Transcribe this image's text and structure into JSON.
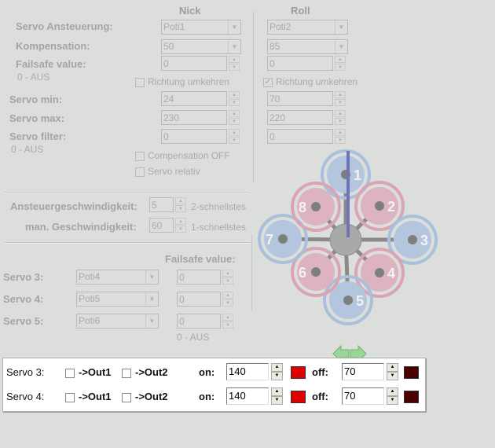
{
  "headers": {
    "nick": "Nick",
    "roll": "Roll"
  },
  "labels": {
    "servo_ansteuerung": "Servo Ansteuerung:",
    "kompensation": "Kompensation:",
    "failsafe": "Failsafe value:",
    "aus1": "0 - AUS",
    "servo_min": "Servo min:",
    "servo_max": "Servo max:",
    "servo_filter": "Servo filter:",
    "aus2": "0 - AUS",
    "ansteuer": "Ansteuergeschwindigkeit:",
    "man": "man. Geschwindigkeit:",
    "failsafe2": "Failsafe value:",
    "servo3": "Servo 3:",
    "servo4": "Servo 4:",
    "servo5": "Servo 5:",
    "aus3": "0 - AUS"
  },
  "nick": {
    "ansteuerung": "Poti1",
    "kompensation": "50",
    "failsafe": "0",
    "richtung": "Richtung umkehren",
    "min": "24",
    "max": "230",
    "filter": "0"
  },
  "roll": {
    "ansteuerung": "Poti2",
    "kompensation": "85",
    "failsafe": "0",
    "richtung": "Richtung umkehren",
    "richtung_checked": true,
    "min": "70",
    "max": "220",
    "filter": "0"
  },
  "options": {
    "compensation_off": "Compensation OFF",
    "servo_relativ": "Servo relativ"
  },
  "speed": {
    "ansteuer_value": "5",
    "ansteuer_hint": "2-schnellstes",
    "man_value": "60",
    "man_hint": "1-schnellstes"
  },
  "servos": [
    {
      "source": "Poti4",
      "failsafe": "0"
    },
    {
      "source": "Poti5",
      "failsafe": "0"
    },
    {
      "source": "Poti6",
      "failsafe": "0"
    }
  ],
  "motors": [
    "1",
    "2",
    "3",
    "4",
    "5",
    "6",
    "7",
    "8"
  ],
  "outputs": {
    "out1": "->Out1",
    "out2": "->Out2",
    "on": "on:",
    "off": "off:",
    "rows": [
      {
        "label": "Servo 3:",
        "on": "140",
        "off": "70"
      },
      {
        "label": "Servo 4:",
        "on": "140",
        "off": "70"
      }
    ]
  },
  "colors": {
    "on": "#e00000",
    "off": "#4a0000"
  }
}
